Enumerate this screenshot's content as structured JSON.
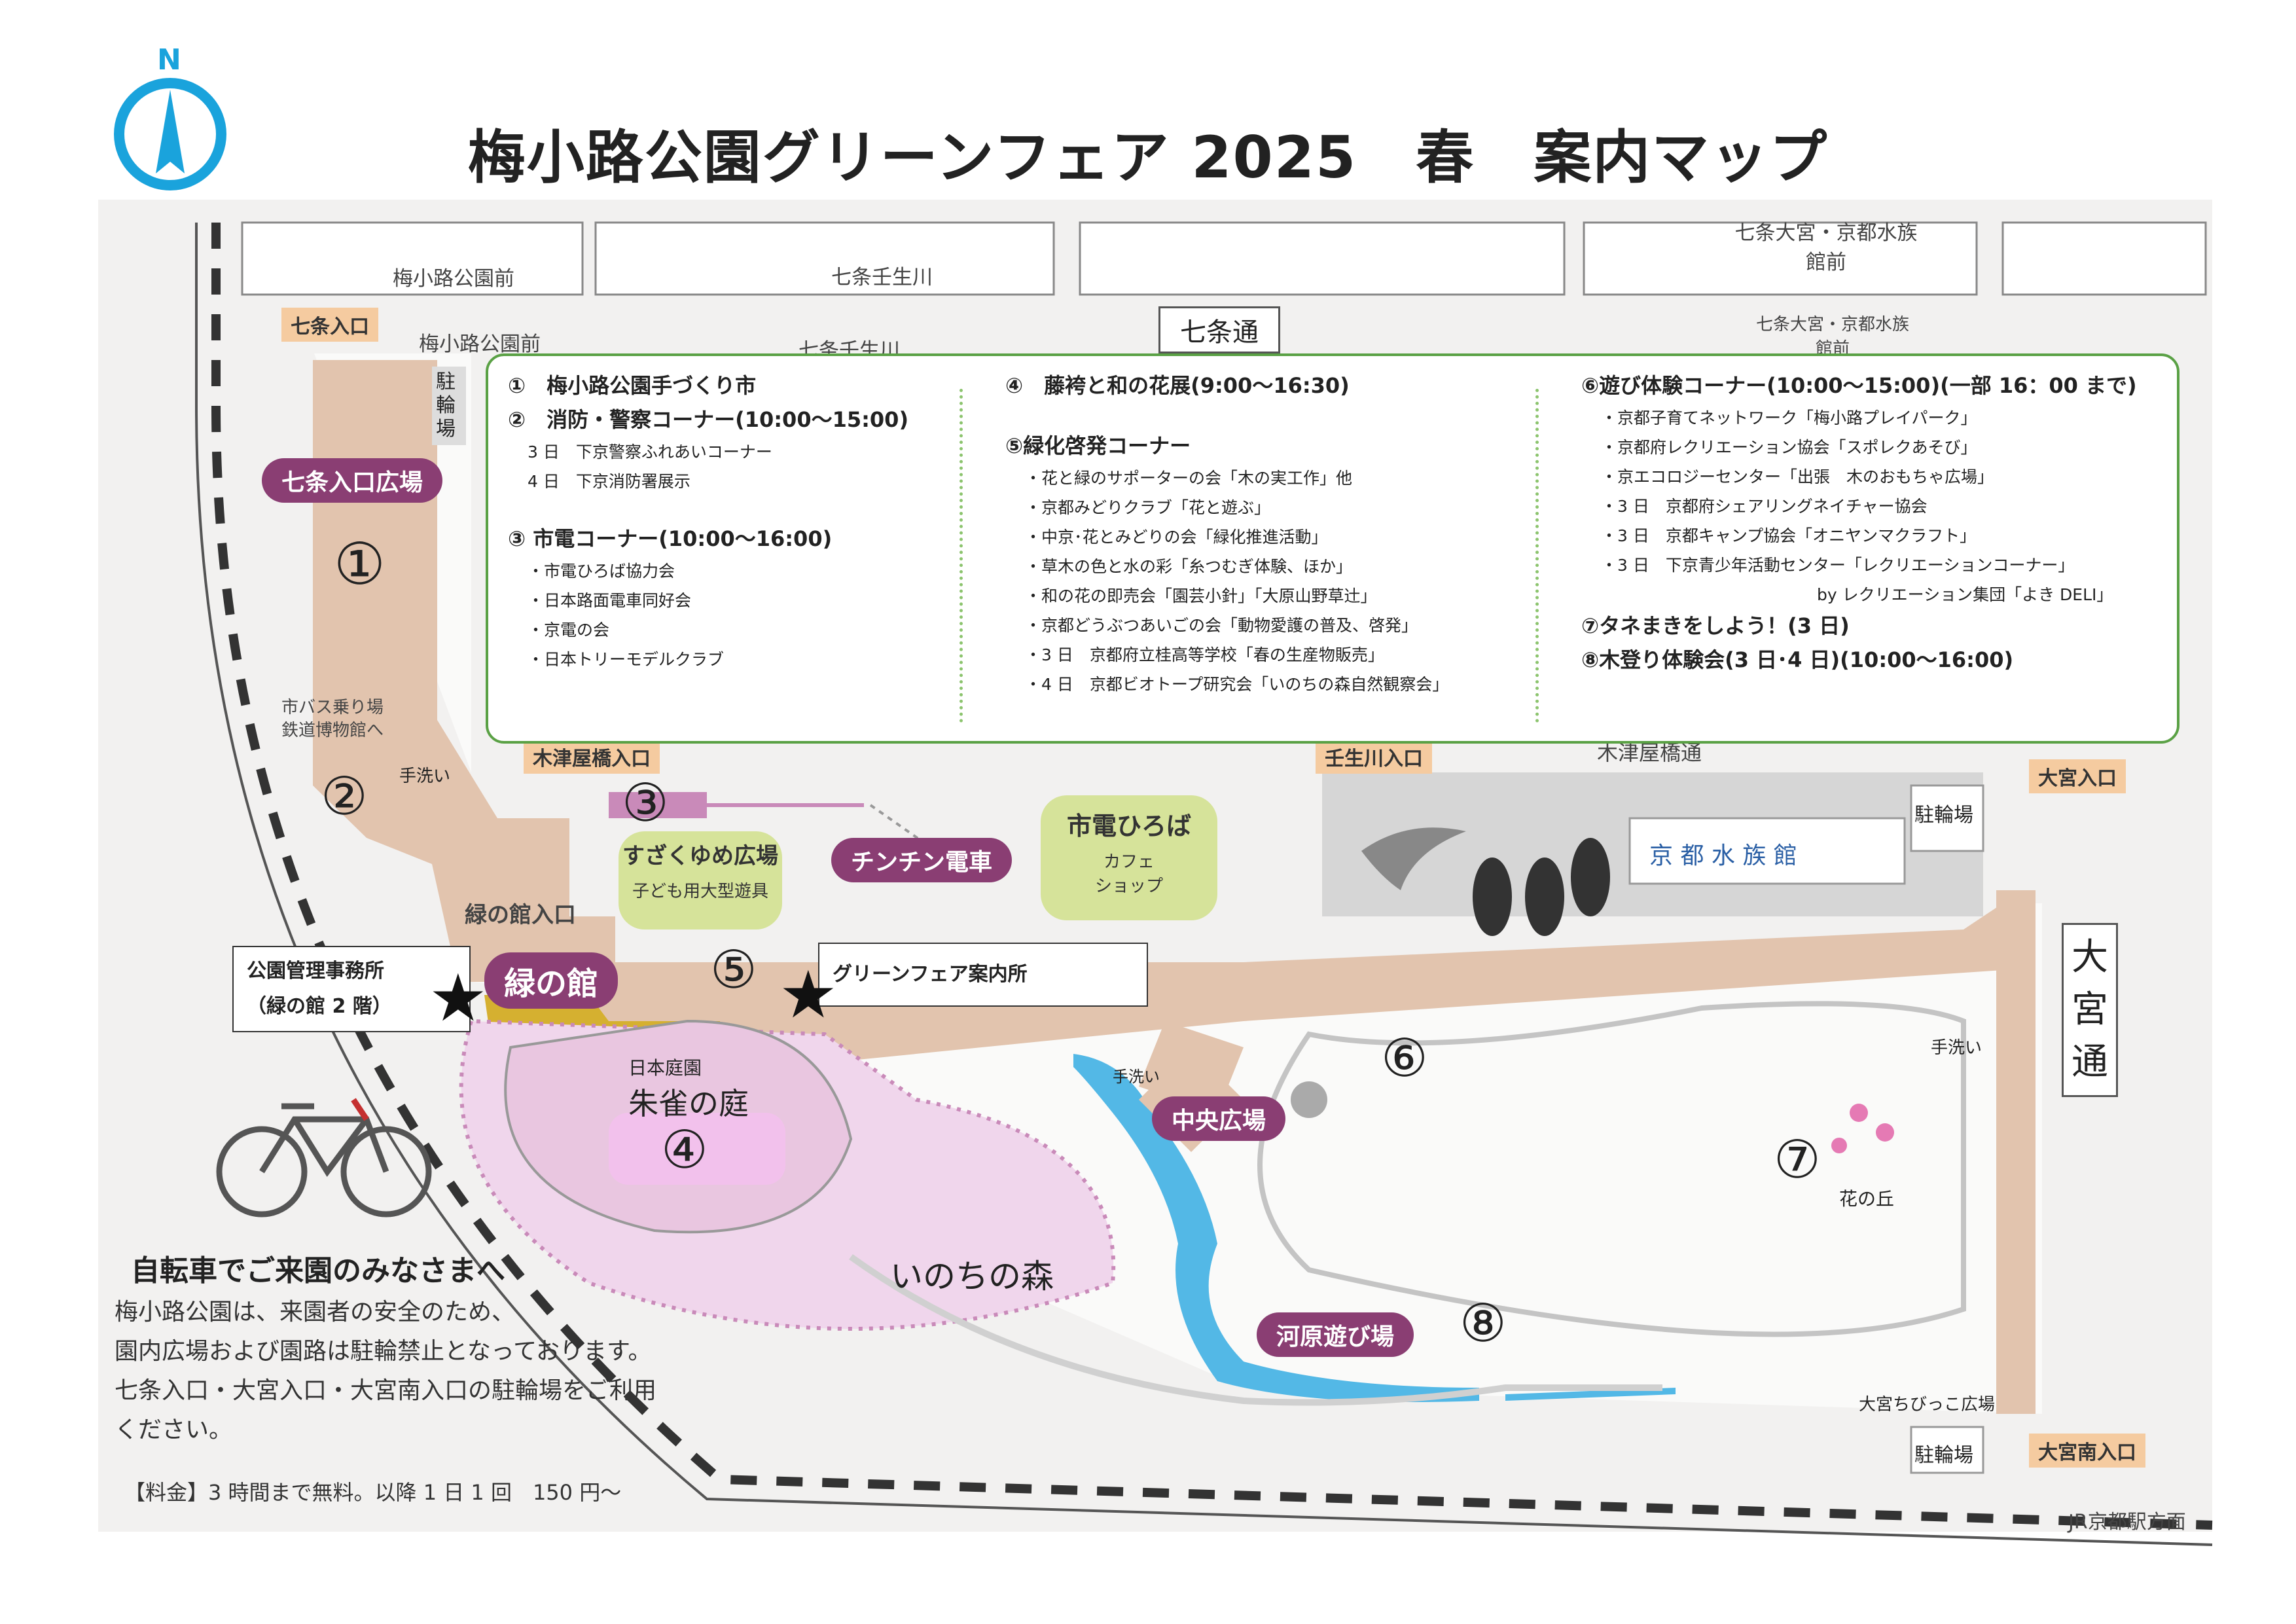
{
  "title": "梅小路公園グリーンフェア 2025　春　案内マップ",
  "north_label": "N",
  "colors": {
    "accent_blue": "#1aa3dc",
    "path": "#e2c4ae",
    "purple": "#8a3e73",
    "green": "#5aa145",
    "water": "#53b8e6",
    "lawn": "#d6e39a"
  },
  "bus_stops": [
    "梅小路公園前",
    "七条壬生川",
    "七条大宮・京都水族館前",
    "梅小路公園前",
    "七条壬生川",
    "七条大宮・京都水族館前"
  ],
  "road_top": "七条通",
  "road_right": "大宮通",
  "road_bottom": "木津屋橋通",
  "entrances": {
    "shichijo": "七条入口",
    "kizuya": "木津屋橋入口",
    "mibu": "壬生川入口",
    "omiya": "大宮入口",
    "omiya_south": "大宮南入口",
    "midori": "緑の館入口"
  },
  "parking": "駐輪場",
  "restroom": "手洗い",
  "plazas": {
    "shichijo": "七条入口広場",
    "central": "中央広場",
    "kawara": "河原遊び場",
    "chinchin": "チンチン電車",
    "midori": "緑の館"
  },
  "suzaku_plaza": {
    "name": "すざくゆめ広場",
    "sub": "子ども用大型遊具"
  },
  "shiden_hiroba": {
    "name": "市電ひろば",
    "sub1": "カフェ",
    "sub2": "ショップ"
  },
  "garden": {
    "sub": "日本庭園",
    "name": "朱雀の庭"
  },
  "forest": "いのちの森",
  "hill": "花の丘",
  "chibikko": "大宮ちびっこ広場",
  "aquarium": "京 都 水 族 館",
  "bus_museum": {
    "line1": "市バス乗り場",
    "line2": "鉄道博物館へ"
  },
  "jr": "JR京都駅方面",
  "numbers": [
    "①",
    "②",
    "③",
    "④",
    "⑤",
    "⑥",
    "⑦",
    "⑧"
  ],
  "office": {
    "line1": "公園管理事務所",
    "line2": "（緑の館 2 階）"
  },
  "info_center": "グリーンフェア案内所",
  "legend": {
    "c1": [
      {
        "h": "①　梅小路公園手づくり市",
        "items": []
      },
      {
        "h": "②　消防・警察コーナー(10:00～15:00)",
        "items": [
          "3 日　下京警察ふれあいコーナー",
          "4 日　下京消防署展示"
        ]
      },
      {
        "h": "③ 市電コーナー(10:00～16:00)",
        "items": [
          "・市電ひろば協力会",
          "・日本路面電車同好会",
          "・京電の会",
          "・日本トリーモデルクラブ"
        ]
      }
    ],
    "c2": [
      {
        "h": "④　藤袴と和の花展(9:00～16:30)",
        "items": []
      },
      {
        "h": "⑤緑化啓発コーナー",
        "items": [
          "・花と緑のサポーターの会「木の実工作」他",
          "・京都みどりクラブ「花と遊ぶ」",
          "・中京･花とみどりの会「緑化推進活動」",
          "・草木の色と水の彩「糸つむぎ体験、ほか」",
          "・和の花の即売会「園芸小針」「大原山野草辻」",
          "・京都どうぶつあいごの会「動物愛護の普及、啓発」",
          "・3 日　京都府立桂高等学校「春の生産物販売」",
          "・4 日　京都ビオトープ研究会「いのちの森自然観察会」"
        ]
      }
    ],
    "c3": [
      {
        "h": "⑥遊び体験コーナー(10:00～15:00)(一部 16：00 まで)",
        "items": [
          "・京都子育てネットワーク「梅小路プレイパーク」",
          "・京都府レクリエーション協会「スポレクあそび」",
          "・京エコロジーセンター「出張　木のおもちゃ広場」",
          "・3 日　京都府シェアリングネイチャー協会",
          "・3 日　京都キャンプ協会「オニヤンマクラフト」",
          "・3 日　下京青少年活動センター「レクリエーションコーナー」"
        ]
      },
      {
        "h": "",
        "items": [
          "by レクリエーション集団「よき DELI」"
        ]
      },
      {
        "h": "⑦タネまきをしよう！(3 日)",
        "items": []
      },
      {
        "h": "⑧木登り体験会(3 日･4 日)(10:00～16:00)",
        "items": []
      }
    ]
  },
  "bicycle": {
    "heading": "自転車でご来園のみなさまへ",
    "lines": [
      "梅小路公園は、来園者の安全のため、",
      "園内広場および園路は駐輪禁止となっております。",
      "七条入口・大宮入口・大宮南入口の駐輪場をご利用",
      "ください。"
    ],
    "fee": "【料金】3 時間まで無料。以降 1 日 1 回　150 円～"
  }
}
